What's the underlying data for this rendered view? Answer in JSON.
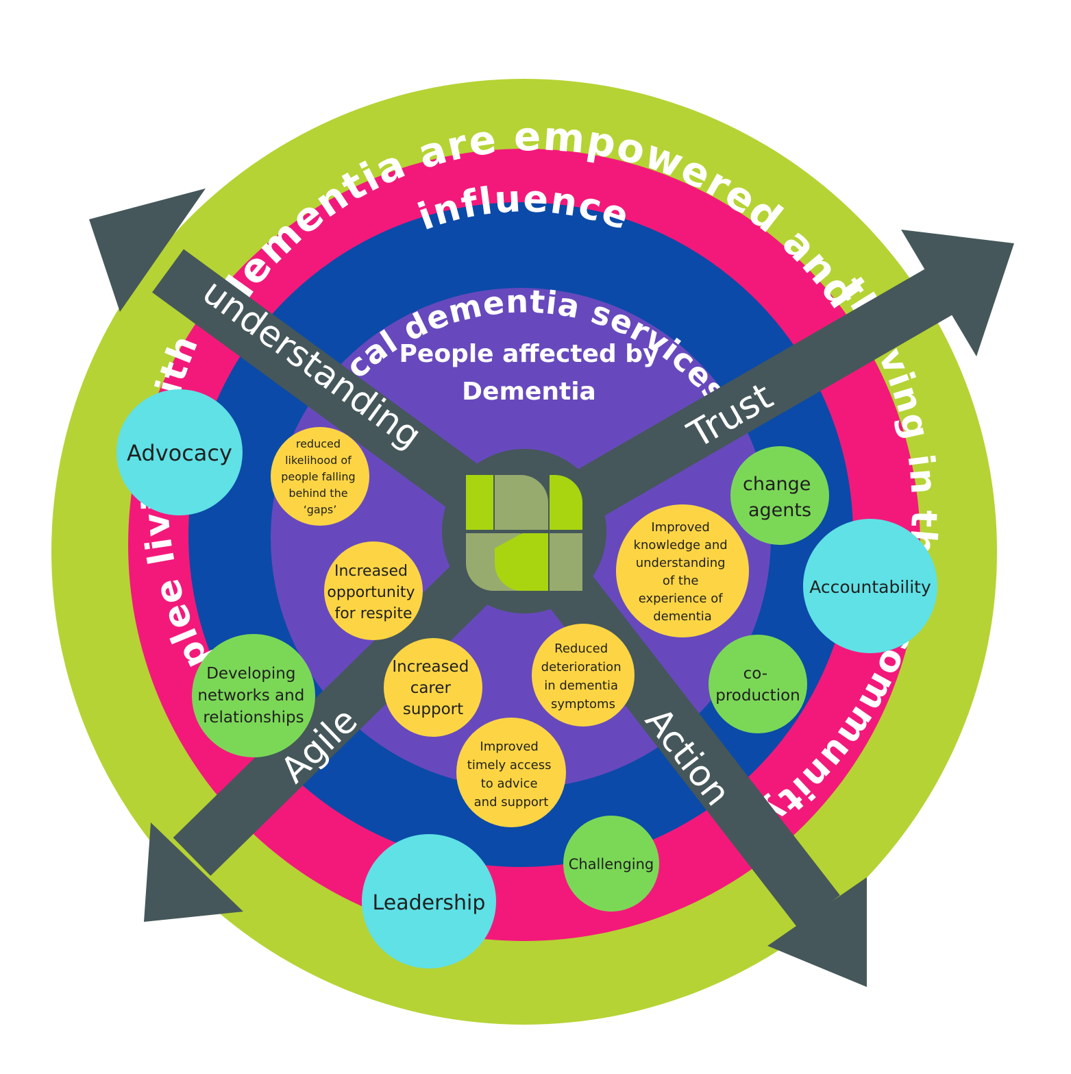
{
  "diagram": {
    "rings": {
      "outer_left": "peoplee living with",
      "outer_top": "dementia are empowered and",
      "outer_right": "thriving in their community",
      "pink": "influence",
      "blue": "local dementia services",
      "center_line1": "People affected by",
      "center_line2": "Dementia"
    },
    "arrows": {
      "nw": "understanding",
      "ne": "Trust",
      "sw": "Agile",
      "se": "Action"
    },
    "colors": {
      "outer_ring": "#b5d334",
      "pink_ring": "#f3197a",
      "blue_ring": "#0b4aa8",
      "purple_center": "#6749bd",
      "arrow": "#45575a",
      "cyan_bubble": "#5fe1e6",
      "green_bubble": "#7bd857",
      "yellow_bubble": "#fdd544",
      "logo_light": "#98ab6e",
      "logo_bright": "#a8d50f"
    },
    "bubbles": {
      "advocacy": "Advocacy",
      "accountability": "Accountability",
      "leadership": "Leadership",
      "change_agents": [
        "change",
        "agents"
      ],
      "co_production": [
        "co-",
        "production"
      ],
      "networks": [
        "Developing",
        "networks and",
        "relationships"
      ],
      "challenging": "Challenging",
      "gaps": [
        "reduced",
        "likelihood of",
        "people falling",
        "behind the",
        "‘gaps’"
      ],
      "respite": [
        "Increased",
        "opportunity",
        "for respite"
      ],
      "knowledge": [
        "Improved",
        "knowledge and",
        "understanding",
        "of the",
        "experience of",
        "dementia"
      ],
      "carer": [
        "Increased",
        "carer",
        "support"
      ],
      "deterioration": [
        "Reduced",
        "deterioration",
        "in dementia",
        "symptoms"
      ],
      "access": [
        "Improved",
        "timely access",
        "to advice",
        "and support"
      ]
    }
  }
}
